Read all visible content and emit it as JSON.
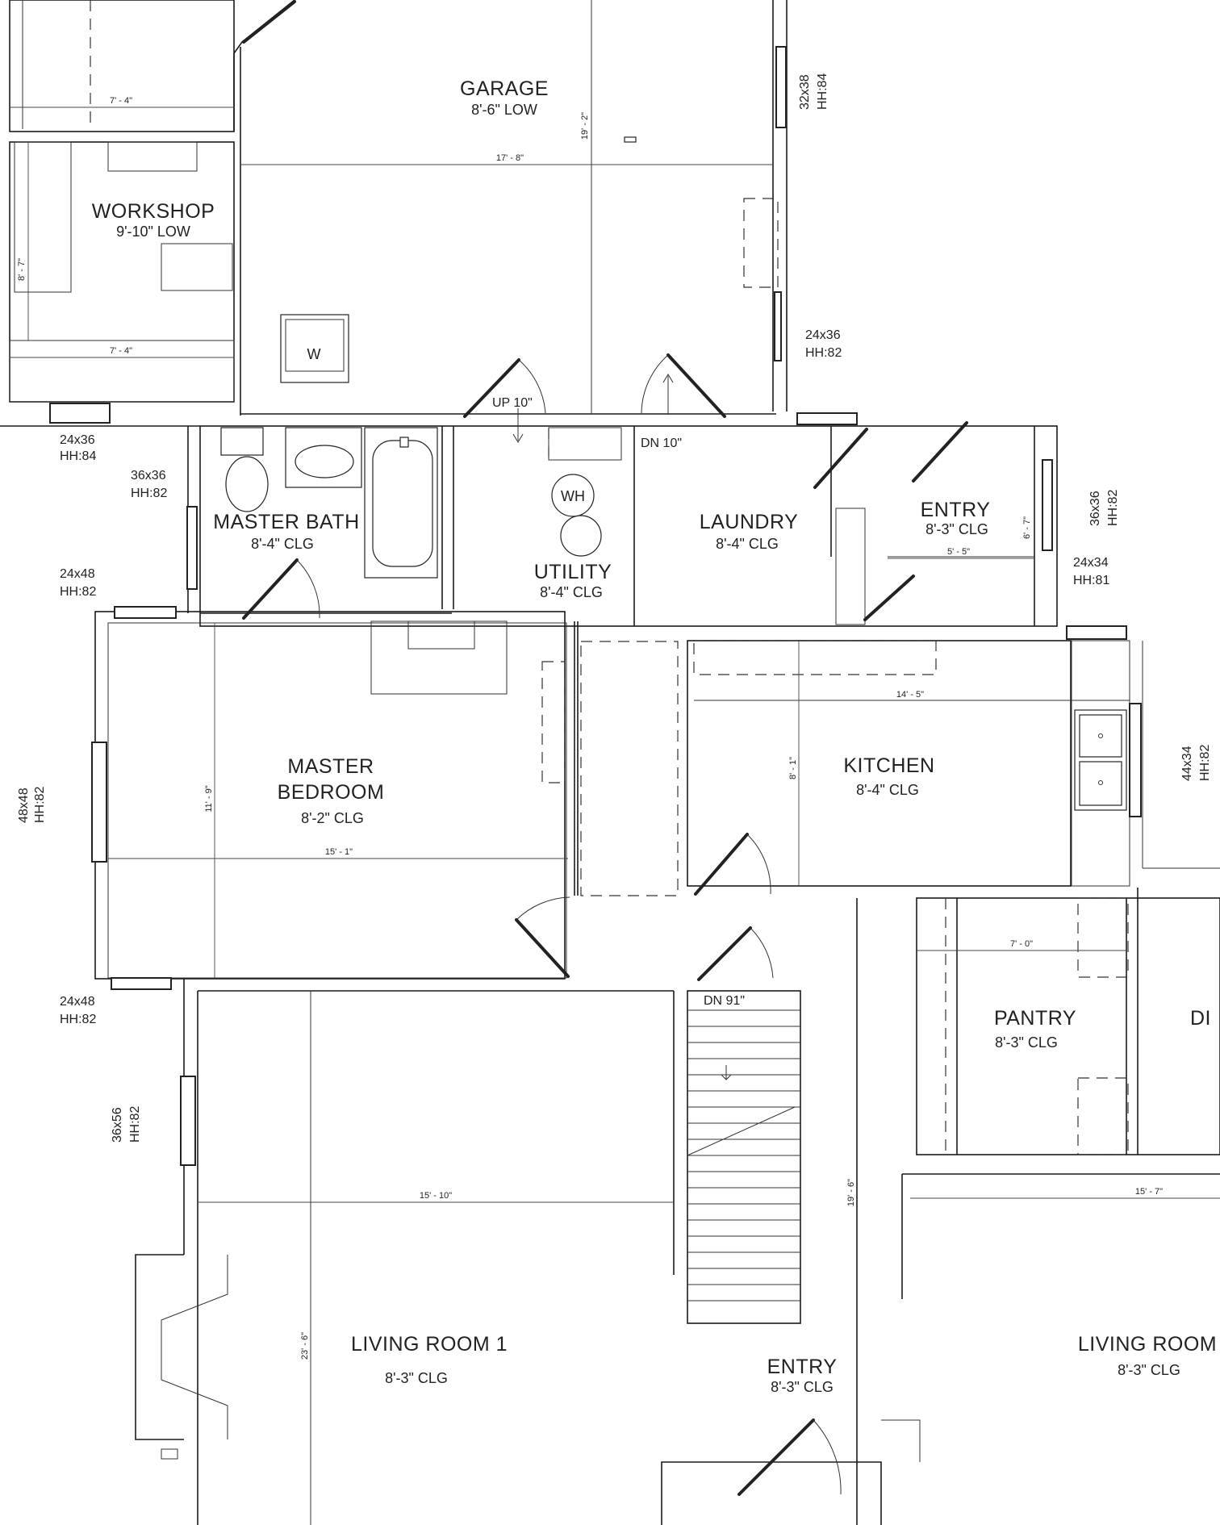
{
  "rooms": {
    "garage": {
      "name": "GARAGE",
      "note": "8'-6\" LOW"
    },
    "workshop": {
      "name": "WORKSHOP",
      "note": "9'-10\" LOW"
    },
    "master_bath": {
      "name": "MASTER BATH",
      "note": "8'-4\" CLG"
    },
    "utility": {
      "name": "UTILITY",
      "note": "8'-4\" CLG"
    },
    "laundry": {
      "name": "LAUNDRY",
      "note": "8'-4\" CLG"
    },
    "entry_upper": {
      "name": "ENTRY",
      "note": "8'-3\" CLG"
    },
    "master_bedroom": {
      "name_line1": "MASTER",
      "name_line2": "BEDROOM",
      "note": "8'-2\" CLG"
    },
    "kitchen": {
      "name": "KITCHEN",
      "note": "8'-4\" CLG"
    },
    "pantry": {
      "name": "PANTRY",
      "note": "8'-3\" CLG"
    },
    "dining_partial": {
      "name": "DI"
    },
    "living_room_1": {
      "name": "LIVING ROOM  1",
      "note": "8'-3\" CLG"
    },
    "entry_lower": {
      "name": "ENTRY",
      "note": "8'-3\" CLG"
    },
    "living_room_2": {
      "name": "LIVING ROOM",
      "note": "8'-3\" CLG"
    }
  },
  "dimensions": {
    "workshop_top": "7' - 4\"",
    "workshop_bottom": "7' - 4\"",
    "workshop_depth": "8' - 7\"",
    "garage_width": "17' - 8\"",
    "garage_depth": "19' - 2\"",
    "entry_width": "5' - 5\"",
    "entry_depth": "6' - 7\"",
    "kitchen_width": "14' - 5\"",
    "kitchen_depth": "8' - 1\"",
    "bedroom_width": "15' - 1\"",
    "bedroom_depth": "11' - 9\"",
    "pantry_width": "7' - 0\"",
    "living1_width": "15' - 10\"",
    "living1_depth": "23' - 6\"",
    "hall_depth": "19' - 6\"",
    "living2_width": "15' - 7\""
  },
  "windows": {
    "garage_side": {
      "size": "32x38",
      "hh": "HH:84"
    },
    "garage_lower": {
      "size": "24x36",
      "hh": "HH:82"
    },
    "workshop": {
      "size": "24x36",
      "hh": "HH:84"
    },
    "bath": {
      "size": "36x36",
      "hh": "HH:82"
    },
    "bath_lower": {
      "size": "24x48",
      "hh": "HH:82"
    },
    "entry": {
      "size": "36x36",
      "hh": "HH:82"
    },
    "entry_lower": {
      "size": "24x34",
      "hh": "HH:81"
    },
    "bedroom": {
      "size": "48x48",
      "hh": "HH:82"
    },
    "kitchen": {
      "size": "44x34",
      "hh": "HH:82"
    },
    "bedroom_lower": {
      "size": "24x48",
      "hh": "HH:82"
    },
    "living": {
      "size": "36x56",
      "hh": "HH:82"
    }
  },
  "fixtures": {
    "washer": "W",
    "water_heater": "WH"
  },
  "stairs": {
    "garage_up": "UP 10\"",
    "laundry_down": "DN 10\"",
    "main_down": "DN 91\""
  }
}
